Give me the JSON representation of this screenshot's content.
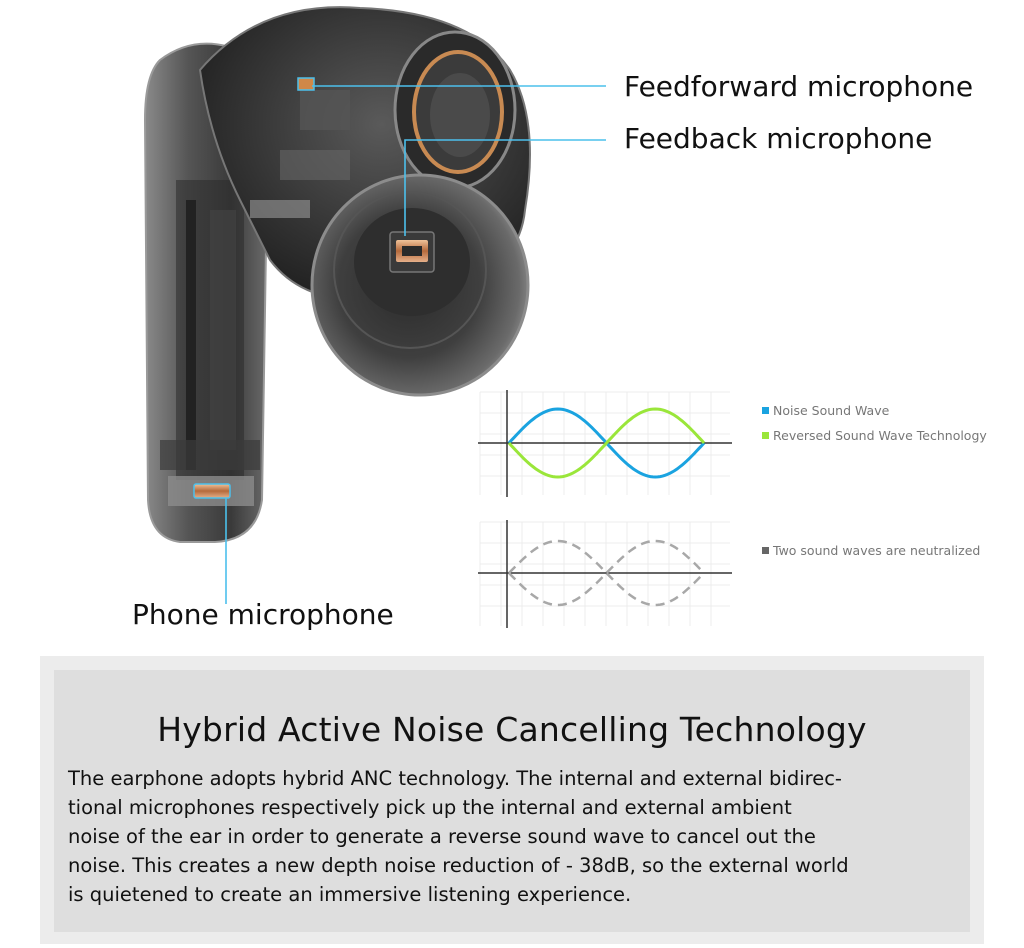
{
  "callouts": {
    "feedforward": "Feedforward microphone",
    "feedback": "Feedback microphone",
    "phone": "Phone microphone"
  },
  "diagram": {
    "legend": {
      "noise": "Noise Sound Wave",
      "reversed": "Reversed Sound Wave Technology",
      "neutralized": "Two sound waves are neutralized"
    }
  },
  "panel": {
    "title": "Hybrid Active Noise Cancelling Technology",
    "body_lines": [
      "The earphone adopts hybrid ANC technology. The internal and external bidirec-",
      "tional microphones respectively pick up the internal and external ambient",
      "noise of the ear in order to generate a reverse sound wave to cancel out the",
      "noise. This creates a new depth noise reduction of - 38dB, so the external world",
      "is quietened to create an immersive listening experience."
    ]
  },
  "colors": {
    "noise_wave": "#1aa3e0",
    "reversed_wave": "#9ae63a",
    "neutral_wave": "#a8a8a8",
    "callout_line": "#4cc0ec",
    "sound_wave_left": "#9b7ee0",
    "sound_wave_right": "#5a7ed8"
  }
}
